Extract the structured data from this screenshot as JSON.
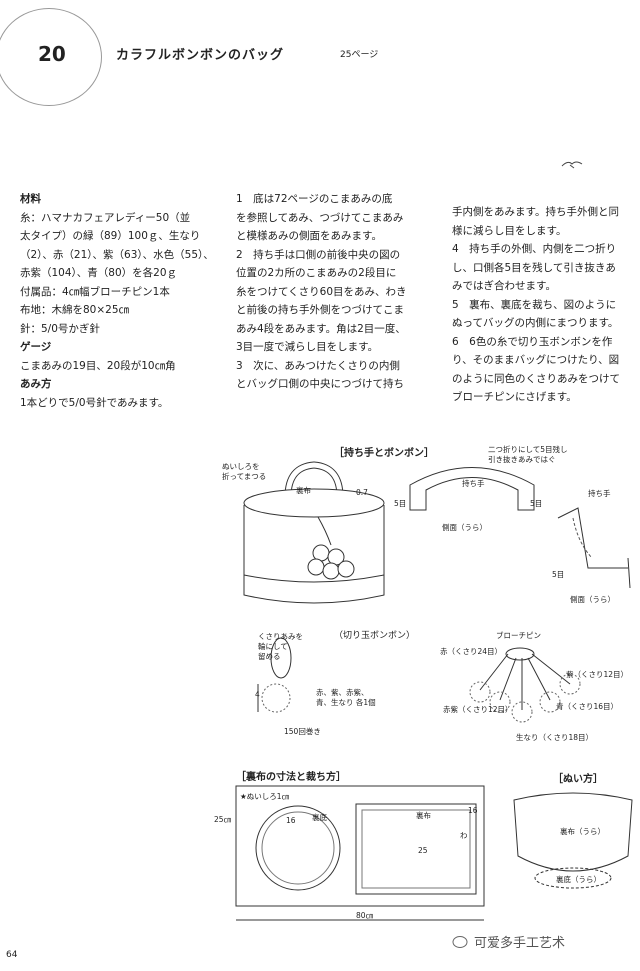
{
  "header": {
    "number": "20",
    "title": "カラフルボンボンのバッグ",
    "page_ref": "25ページ"
  },
  "col1": [
    {
      "text": "材料",
      "bold": true
    },
    {
      "text": "糸：ハマナカフェアレディー50（並"
    },
    {
      "text": "太タイプ）の緑（89）100ｇ、生なり"
    },
    {
      "text": "（2）、赤（21）、紫（63）、水色（55）、"
    },
    {
      "text": "赤紫（104）、青（80）を各20ｇ"
    },
    {
      "text": "付属品：4㎝幅ブローチピン1本"
    },
    {
      "text": "布地：木綿を80×25㎝"
    },
    {
      "text": "針：5/0号かぎ針"
    },
    {
      "text": "ゲージ",
      "bold": true
    },
    {
      "text": "こまあみの19目、20段が10㎝角"
    },
    {
      "text": "あみ方",
      "bold": true
    },
    {
      "text": "1本どりで5/0号針であみます。"
    }
  ],
  "col2": [
    {
      "text": "1　底は72ページのこまあみの底"
    },
    {
      "text": "を参照してあみ、つづけてこまあみ"
    },
    {
      "text": "と模様あみの側面をあみます。"
    },
    {
      "text": "2　持ち手は口側の前後中央の図の"
    },
    {
      "text": "位置の2カ所のこまあみの2段目に"
    },
    {
      "text": "糸をつけてくさり60目をあみ、わき"
    },
    {
      "text": "と前後の持ち手外側をつづけてこま"
    },
    {
      "text": "あみ4段をあみます。角は2目一度、"
    },
    {
      "text": "3目一度で減らし目をします。"
    },
    {
      "text": "3　次に、あみつけたくさりの内側"
    },
    {
      "text": "とバッグ口側の中央につづけて持ち"
    }
  ],
  "col3": [
    {
      "text": "手内側をあみます。持ち手外側と同"
    },
    {
      "text": "様に減らし目をします。"
    },
    {
      "text": "4　持ち手の外側、内側を二つ折り"
    },
    {
      "text": "し、口側各5目を残して引き抜きあ"
    },
    {
      "text": "みではぎ合わせます。"
    },
    {
      "text": "5　裏布、裏底を裁ち、図のように"
    },
    {
      "text": "ぬってバッグの内側にまつります。"
    },
    {
      "text": "6　6色の糸で切り玉ボンボンを作"
    },
    {
      "text": "り、そのままバッグにつけたり、図"
    },
    {
      "text": "のように同色のくさりあみをつけて"
    },
    {
      "text": "ブローチピンにさげます。"
    }
  ],
  "fig1": {
    "title": "［持ち手とボンボン］",
    "margin_note": "ぬいしろを\n折ってまつる",
    "lining": "裏布",
    "dim": "0.7",
    "fold_note": "二つ折りにして5目残し\n引き抜きあみではぐ",
    "handle": "持ち手",
    "five": "5目",
    "side_wrong": "側面（うら）"
  },
  "fig2": {
    "title": "（切り玉ボンボン）",
    "chain_note": "くさりあみを\n輪にして\n留める",
    "four": "4",
    "colors_note": "赤、紫、赤紫、\n青、生なり 各1個",
    "wraps": "150回巻き",
    "brooch": "ブローチピン",
    "red": "赤（くさり24目）",
    "purple": "紫（くさり12目）",
    "redpurple": "赤紫（くさり12目）",
    "blue": "青（くさり16目）",
    "natural": "生なり（くさり18目）"
  },
  "fig3": {
    "title": "［裏布の寸法と裁ち方］",
    "allowance": "★ぬいしろ1㎝",
    "h25": "25㎝",
    "d16": "16",
    "bottom": "裏底",
    "lining": "裏布",
    "h16": "16",
    "wa": "わ",
    "w25": "25",
    "w80": "80㎝"
  },
  "fig4": {
    "title": "［ぬい方］",
    "lining": "裏布（うら）",
    "bottom": "裏底（うら）"
  },
  "footer": {
    "page": "64",
    "watermark": "可爱多手工艺术"
  }
}
